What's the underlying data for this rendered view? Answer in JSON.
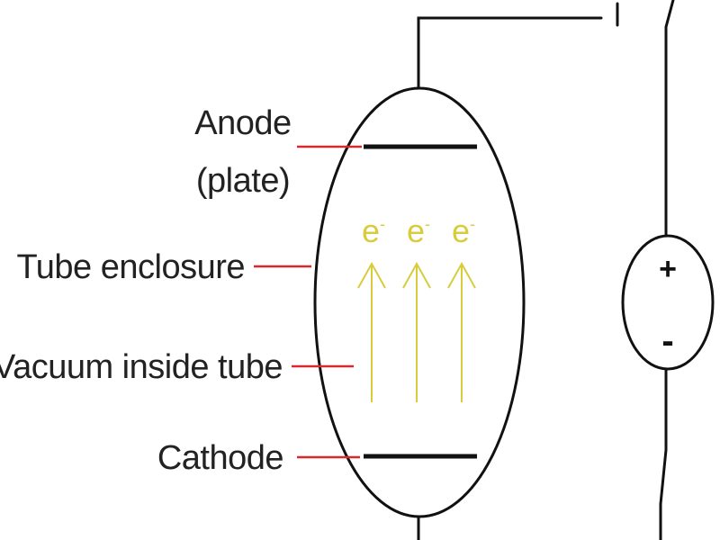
{
  "labels": {
    "anode_line1": "Anode",
    "anode_line2": "(plate)",
    "enclosure": "Tube enclosure",
    "vacuum": "Vacuum inside tube",
    "cathode": "Cathode"
  },
  "electron": {
    "symbol": "e",
    "charge": "-",
    "count": 3
  },
  "battery": {
    "positive": "+",
    "negative": "-"
  },
  "colors": {
    "wire": "#111111",
    "leader": "#d9292f",
    "electron": "#d8cc3c",
    "text": "#222222"
  }
}
